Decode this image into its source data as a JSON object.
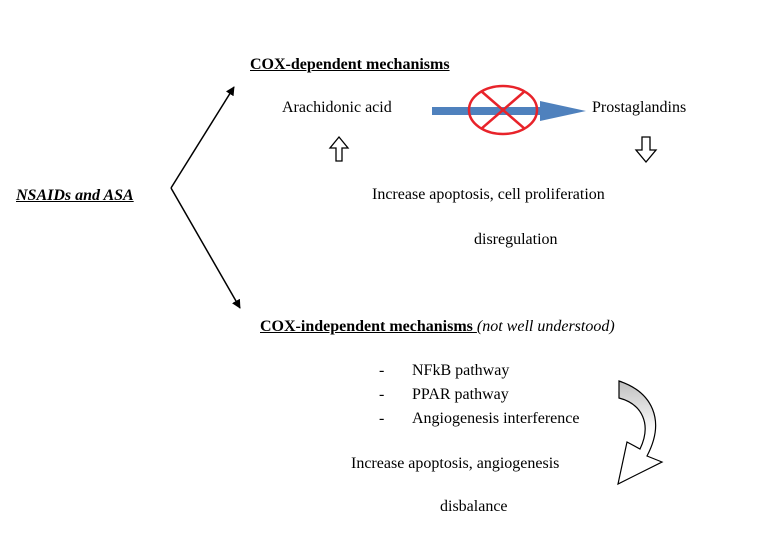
{
  "root": {
    "label": "NSAIDs and ASA"
  },
  "cox_dependent": {
    "heading": "COX-dependent mechanisms",
    "substrate": "Arachidonic acid",
    "product": "Prostaglandins",
    "effect_line1": "Increase apoptosis, cell proliferation",
    "effect_line2": "disregulation"
  },
  "cox_independent": {
    "heading": "COX-independent mechanisms ",
    "note": "(not well understood)",
    "bullet_marker": "-",
    "pathways": [
      {
        "label": "NFkB pathway"
      },
      {
        "label": "PPAR pathway"
      },
      {
        "label": "Angiogenesis interference"
      }
    ],
    "effect_line1": "Increase apoptosis, angiogenesis",
    "effect_line2": "disbalance"
  },
  "colors": {
    "flow_arrow": "#4f81bd",
    "inhibition": "#e8232a",
    "curved_arrow_fill": "#c8c8c8"
  }
}
